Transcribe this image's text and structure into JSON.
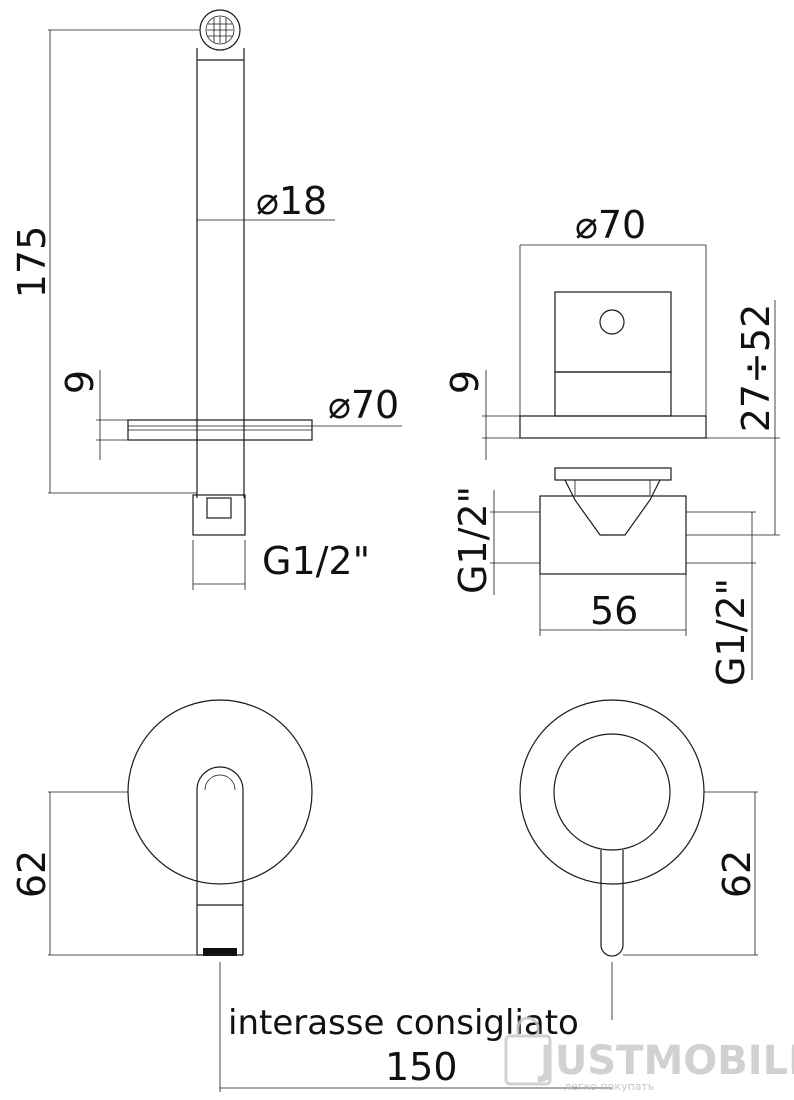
{
  "dimensions": {
    "spout_height": "175",
    "spout_diameter": "⌀18",
    "spout_plate_diameter": "⌀70",
    "spout_plate_thickness": "9",
    "spout_thread": "G1/2\"",
    "mixer_plate_diameter": "⌀70",
    "mixer_plate_thickness": "9",
    "mixer_adjust_range": "27÷52",
    "mixer_inlet_left": "G1/2\"",
    "mixer_body_width": "56",
    "mixer_inlet_right": "G1/2\"",
    "front_spout_height": "62",
    "front_mixer_height": "62",
    "center_distance": "150"
  },
  "labels": {
    "recommended_spacing": "interasse consigliato"
  },
  "watermark": {
    "brand": "JUSTMOBILE",
    "tagline": "легко покупать",
    "color": "#c9c9c9"
  }
}
